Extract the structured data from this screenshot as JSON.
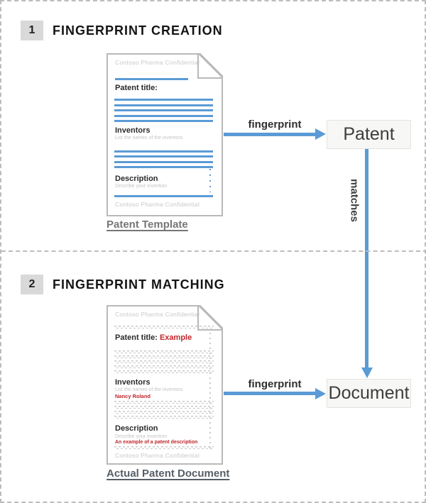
{
  "section1": {
    "number": "1",
    "title": "FINGERPRINT CREATION",
    "arrow_label": "fingerprint",
    "result_label": "Patent",
    "doc": {
      "header": "Contoso Pharma Confidential",
      "title_label": "Patent title:",
      "inventors_label": "Inventors",
      "inventors_hint": "List the names of the inventors",
      "description_label": "Description",
      "description_hint": "Describe your invention",
      "footer": "Contoso Pharma Confidential",
      "caption": "Patent Template"
    }
  },
  "connector": {
    "label": "matches"
  },
  "section2": {
    "number": "2",
    "title": "FINGERPRINT MATCHING",
    "arrow_label": "fingerprint",
    "result_label": "Document",
    "doc": {
      "header": "Contoso Pharma Confidential",
      "title_label": "Patent title:",
      "title_value": "Example",
      "inventors_label": "Inventors",
      "inventors_hint": "List the names of the inventors",
      "inventors_value": "Nancy Roland",
      "description_label": "Description",
      "description_hint": "Describe your invention",
      "description_value": "An example of a patent description",
      "footer": "Contoso Pharma Confidential",
      "caption": "Actual Patent Document"
    }
  },
  "colors": {
    "accent_blue": "#5B9BD5",
    "highlight_red": "#C0262C",
    "dashed_border_gray": "#BDBDBD",
    "doc_border_gray": "#B9B9B9"
  }
}
